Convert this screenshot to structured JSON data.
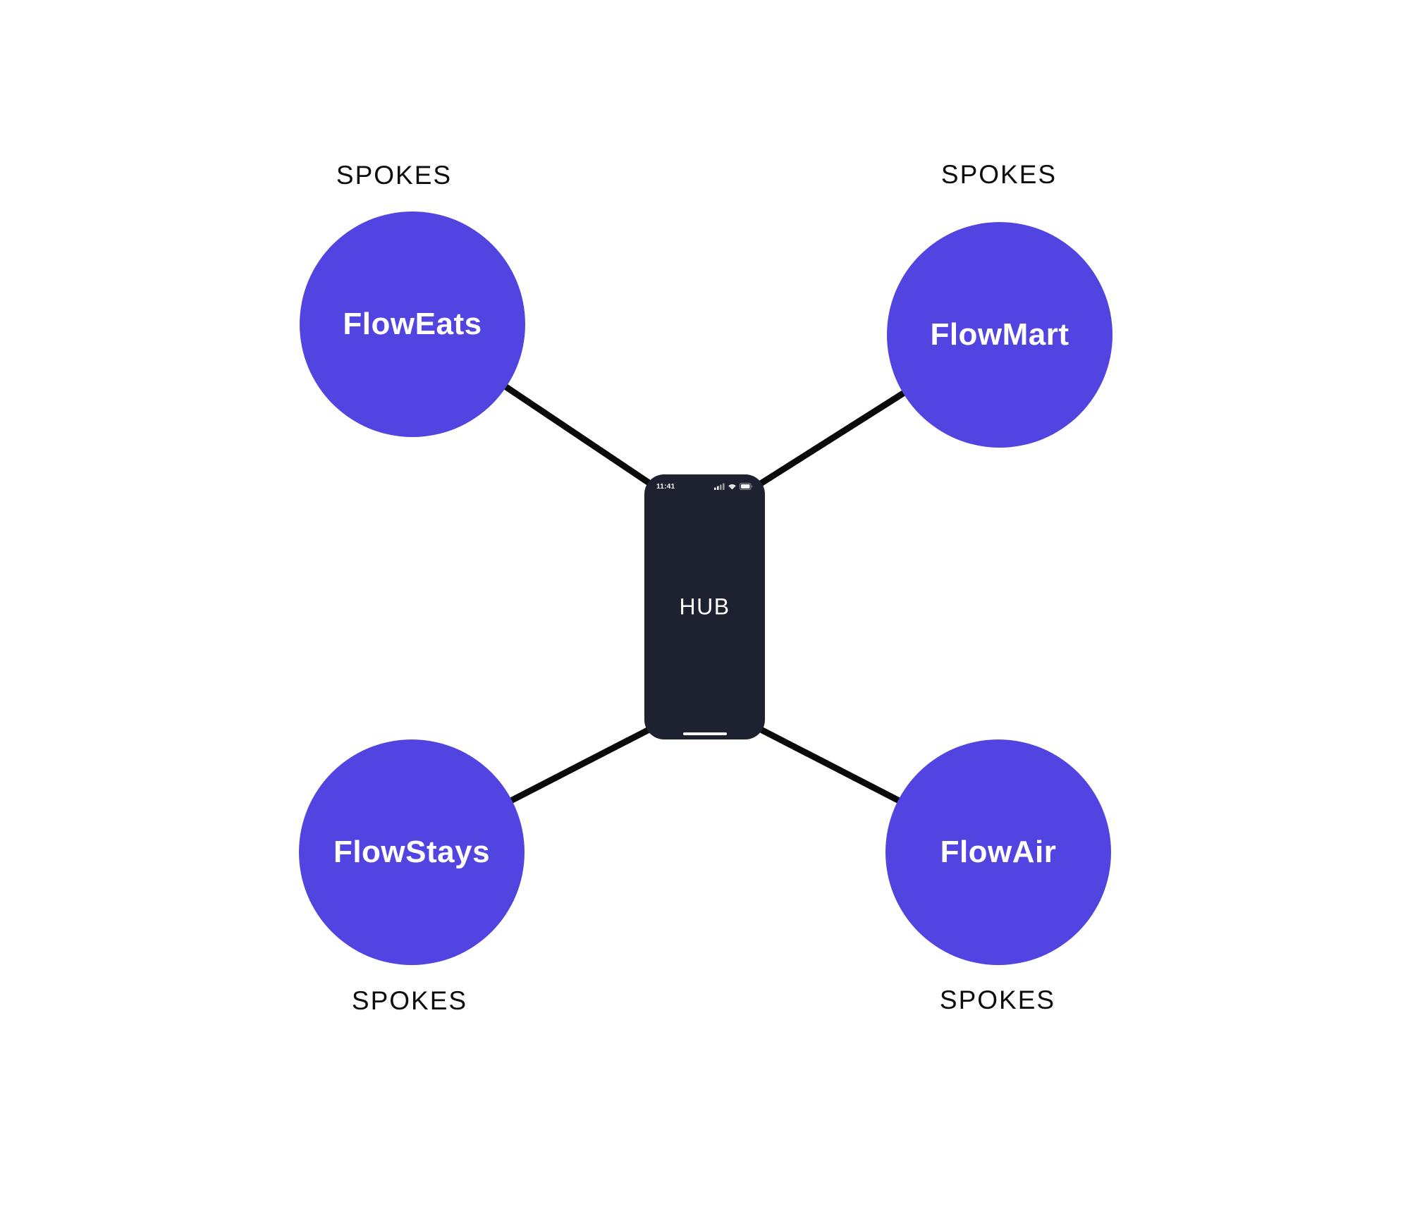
{
  "diagram": {
    "hub": {
      "label": "HUB",
      "status_time": "11:41"
    },
    "spokes": [
      {
        "name": "FlowEats",
        "caption": "SPOKES",
        "position": "top-left"
      },
      {
        "name": "FlowMart",
        "caption": "SPOKES",
        "position": "top-right"
      },
      {
        "name": "FlowStays",
        "caption": "SPOKES",
        "position": "bottom-left"
      },
      {
        "name": "FlowAir",
        "caption": "SPOKES",
        "position": "bottom-right"
      }
    ],
    "colors": {
      "background": "#ffffff",
      "spoke_fill": "#5244e1",
      "spoke_text": "#ffffff",
      "hub_fill": "#1e2230",
      "hub_text": "#ffffff",
      "connector": "#0a0a0a",
      "caption_text": "#0d0d0d"
    }
  }
}
